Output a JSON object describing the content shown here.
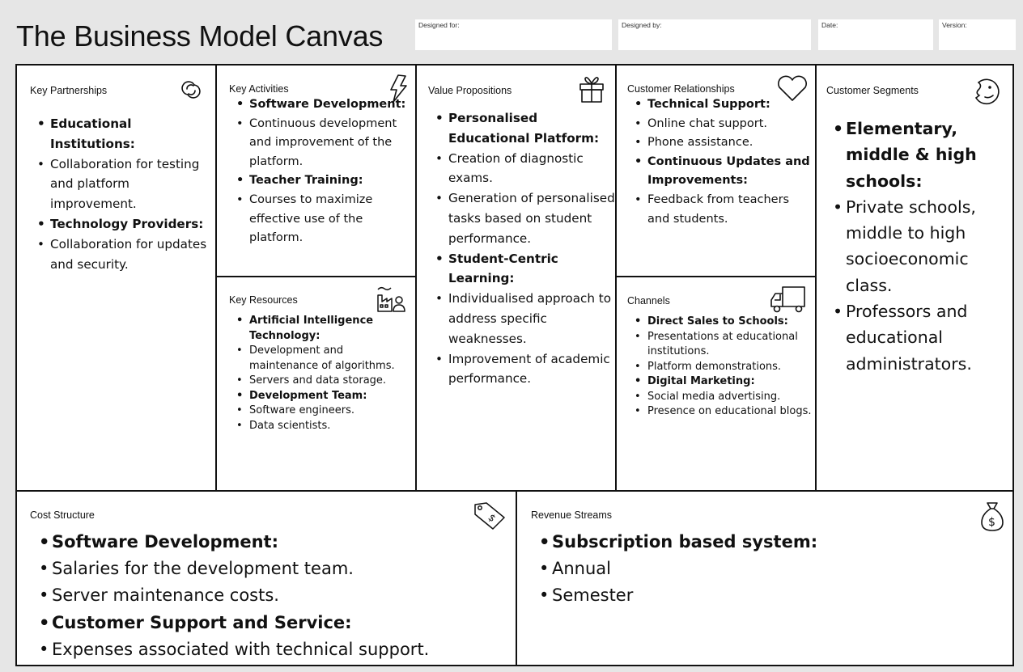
{
  "header": {
    "title": "The Business Model Canvas",
    "designed_for_label": "Designed for:",
    "designed_by_label": "Designed by:",
    "date_label": "Date:",
    "version_label": "Version:"
  },
  "key_partnerships": {
    "heading": "Key Partnerships",
    "icon": "link-icon",
    "items": [
      {
        "text": "Educational Institutions:",
        "bold": true
      },
      {
        "text": "Collaboration for testing and platform improvement.",
        "bold": false
      },
      {
        "text": "Technology Providers:",
        "bold": true
      },
      {
        "text": "Collaboration for updates and security.",
        "bold": false
      }
    ]
  },
  "key_activities": {
    "heading": "Key Activities",
    "icon": "lightning-icon",
    "items": [
      {
        "text": "Software Development:",
        "bold": true
      },
      {
        "text": "Continuous development and improvement of the platform.",
        "bold": false
      },
      {
        "text": "Teacher Training:",
        "bold": true
      },
      {
        "text": "Courses to maximize effective use of the platform.",
        "bold": false
      }
    ]
  },
  "key_resources": {
    "heading": "Key Resources",
    "icon": "factory-person-icon",
    "items": [
      {
        "text": "Artificial Intelligence Technology:",
        "bold": true
      },
      {
        "text": "Development and maintenance of algorithms.",
        "bold": false
      },
      {
        "text": "Servers and data storage.",
        "bold": false
      },
      {
        "text": "Development Team:",
        "bold": true
      },
      {
        "text": "Software engineers.",
        "bold": false
      },
      {
        "text": "Data scientists.",
        "bold": false
      }
    ]
  },
  "value_propositions": {
    "heading": "Value Propositions",
    "icon": "gift-icon",
    "items": [
      {
        "text": "Personalised Educational Platform:",
        "bold": true
      },
      {
        "text": "Creation of diagnostic exams.",
        "bold": false
      },
      {
        "text": "Generation of personalised tasks based on student performance.",
        "bold": false
      },
      {
        "text": "Student-Centric Learning:",
        "bold": true
      },
      {
        "text": "Individualised approach to address specific weaknesses.",
        "bold": false
      },
      {
        "text": "Improvement of academic performance.",
        "bold": false
      }
    ]
  },
  "customer_relationships": {
    "heading": "Customer Relationships",
    "icon": "heart-icon",
    "items": [
      {
        "text": "Technical Support:",
        "bold": true
      },
      {
        "text": "Online chat support.",
        "bold": false
      },
      {
        "text": "Phone assistance.",
        "bold": false
      },
      {
        "text": "Continuous Updates and Improvements:",
        "bold": true
      },
      {
        "text": "Feedback from teachers and students.",
        "bold": false
      }
    ]
  },
  "channels": {
    "heading": "Channels",
    "icon": "truck-icon",
    "items": [
      {
        "text": "Direct Sales to Schools:",
        "bold": true
      },
      {
        "text": "Presentations at educational institutions.",
        "bold": false
      },
      {
        "text": "Platform demonstrations.",
        "bold": false
      },
      {
        "text": "Digital Marketing:",
        "bold": true
      },
      {
        "text": "Social media advertising.",
        "bold": false
      },
      {
        "text": "Presence on educational blogs.",
        "bold": false
      }
    ]
  },
  "customer_segments": {
    "heading": "Customer Segments",
    "icon": "smiley-face-icon",
    "items": [
      {
        "text": "Elementary, middle & high schools:",
        "bold": true
      },
      {
        "text": "Private schools, middle to high socioeconomic class.",
        "bold": false
      },
      {
        "text": "Professors and educational administrators.",
        "bold": false
      }
    ]
  },
  "cost_structure": {
    "heading": "Cost Structure",
    "icon": "price-tag-icon",
    "items": [
      {
        "text": "Software Development:",
        "bold": true
      },
      {
        "text": "Salaries for the development team.",
        "bold": false
      },
      {
        "text": "Server maintenance costs.",
        "bold": false
      },
      {
        "text": "Customer Support and Service:",
        "bold": true
      },
      {
        "text": "Expenses associated with technical support.",
        "bold": false
      }
    ]
  },
  "revenue_streams": {
    "heading": "Revenue Streams",
    "icon": "money-bag-icon",
    "items": [
      {
        "text": "Subscription based system:",
        "bold": true
      },
      {
        "text": "Annual",
        "bold": false
      },
      {
        "text": "Semester",
        "bold": false
      }
    ]
  }
}
